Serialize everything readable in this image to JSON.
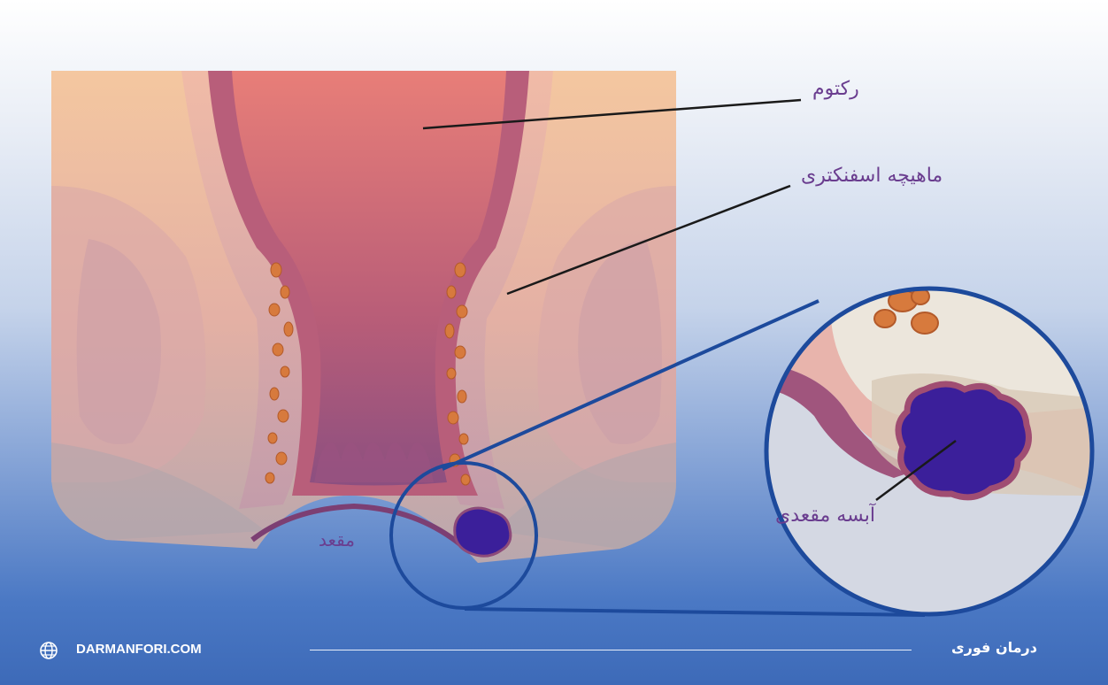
{
  "labels": {
    "rectum": "رکتوم",
    "sphincter": "ماهیچه اسفنکتری",
    "anus": "مقعد",
    "abscess": "آبسه مقعدی"
  },
  "footer": {
    "website": "DARMANFORI.COM",
    "brand_fa": "درمان فوری"
  },
  "icons": {
    "website_icon": "globe-icon"
  },
  "colors": {
    "label_text": "#6a3d8f",
    "leader_line": "#1a1a1a",
    "abscess": "#3b1f9a",
    "zoom_ring": "#1d4a9c"
  }
}
